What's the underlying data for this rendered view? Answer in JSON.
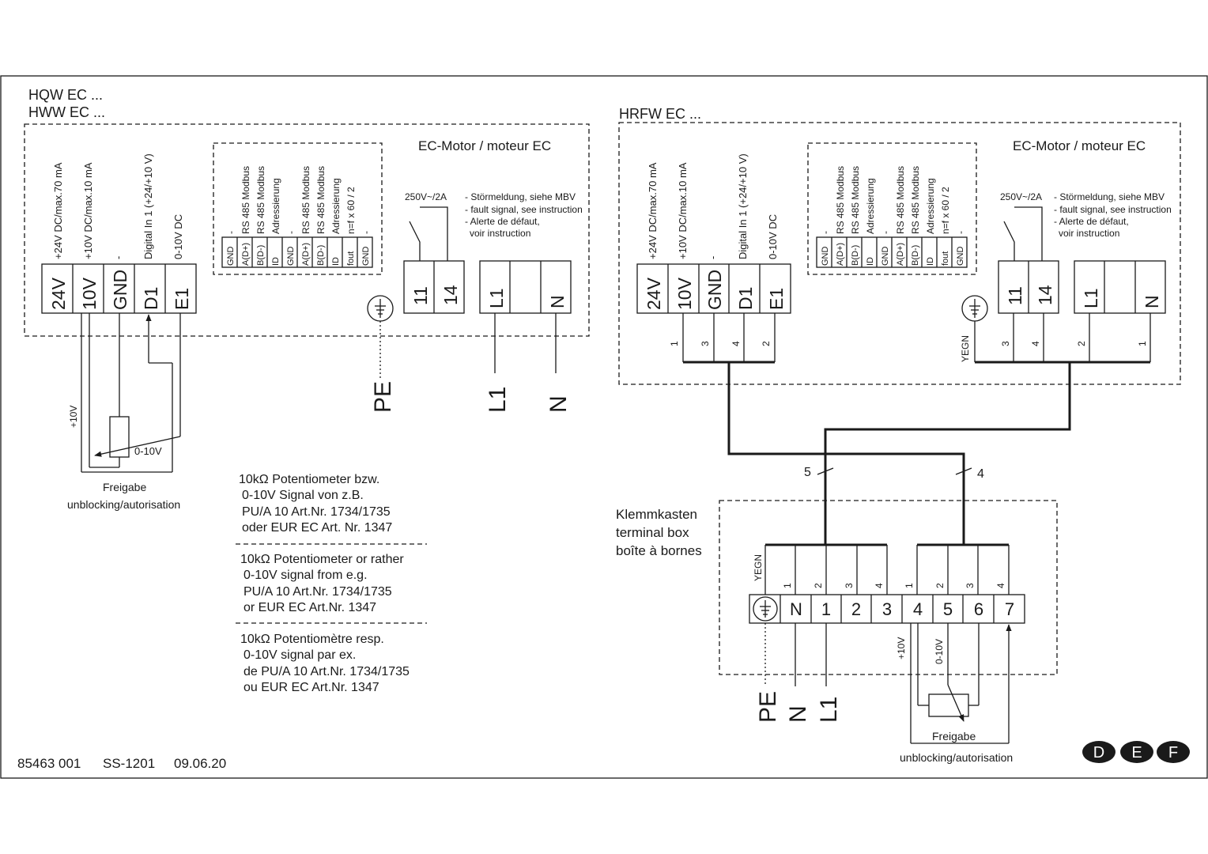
{
  "left": {
    "title_line1": "HQW EC ...",
    "title_line2": "HWW EC ...",
    "motor_title": "EC-Motor / moteur EC",
    "terminal_descriptions": [
      "+24V DC/max.70 mA",
      "+10V DC/max.10 mA",
      "-",
      "Digital In 1 (+24/+10 V)",
      "0-10V DC"
    ],
    "terminals": [
      "24V",
      "10V",
      "GND",
      "D1",
      "E1"
    ],
    "modbus_descriptions": [
      "-",
      "RS 485 Modbus",
      "RS 485 Modbus",
      "Adressierung",
      "-",
      "RS 485 Modbus",
      "RS 485 Modbus",
      "Adressierung",
      "n=f x 60 / 2",
      "-"
    ],
    "modbus_pins": [
      "GND",
      "A(D+)",
      "B(D-)",
      "ID",
      "GND",
      "A(D+)",
      "B(D-)",
      "ID",
      "fout",
      "GND"
    ],
    "relay_rating": "250V~/2A",
    "relay_notes": [
      "- Störmeldung, siehe MBV",
      "- fault signal, see instruction",
      "- Alerte de défaut,",
      "voir instruction"
    ],
    "relay_terminals": [
      "11",
      "14"
    ],
    "power_terminals": [
      "L1",
      "",
      "N"
    ],
    "feed_labels": [
      "PE",
      "L1",
      "N"
    ],
    "plus10v": "+10V",
    "zero10v": "0-10V",
    "freigabe": "Freigabe",
    "unblocking": "unblocking/autorisation"
  },
  "notes": {
    "de": [
      "10kΩ Potentiometer bzw.",
      "0-10V Signal von z.B.",
      "PU/A 10 Art.Nr. 1734/1735",
      "oder EUR EC Art. Nr. 1347"
    ],
    "en": [
      "10kΩ Potentiometer or rather",
      "0-10V signal from e.g.",
      "PU/A 10 Art.Nr. 1734/1735",
      "or EUR EC Art.Nr. 1347"
    ],
    "fr": [
      "10kΩ Potentiomètre resp.",
      "0-10V signal par ex.",
      "de PU/A 10 Art.Nr. 1734/1735",
      "ou EUR EC Art.Nr. 1347"
    ]
  },
  "right": {
    "title": "HRFW EC ...",
    "motor_title": "EC-Motor / moteur EC",
    "terminal_descriptions": [
      "+24V DC/max.70 mA",
      "+10V DC/max.10 mA",
      "-",
      "Digital In 1 (+24/+10 V)",
      "0-10V DC"
    ],
    "terminals": [
      "24V",
      "10V",
      "GND",
      "D1",
      "E1"
    ],
    "modbus_descriptions": [
      "-",
      "RS 485 Modbus",
      "RS 485 Modbus",
      "Adressierung",
      "-",
      "RS 485 Modbus",
      "RS 485 Modbus",
      "Adressierung",
      "n=f x 60 / 2",
      "-"
    ],
    "modbus_pins": [
      "GND",
      "A(D+)",
      "B(D-)",
      "ID",
      "GND",
      "A(D+)",
      "B(D-)",
      "ID",
      "fout",
      "GND"
    ],
    "relay_rating": "250V~/2A",
    "relay_notes": [
      "- Störmeldung, siehe MBV",
      "- fault signal, see instruction",
      "- Alerte de défaut,",
      "voir instruction"
    ],
    "relay_terminals": [
      "11",
      "14"
    ],
    "power_terminals": [
      "L1",
      "",
      "N"
    ],
    "wire_numbers_ctrl": [
      "1",
      "3",
      "4",
      "2"
    ],
    "wire_numbers_pwr": [
      "3",
      "4",
      "2",
      "1"
    ],
    "yegn": "YEGN",
    "cable_labels": [
      "5",
      "4"
    ]
  },
  "klemmkasten": {
    "title": [
      "Klemmkasten",
      "terminal box",
      "boîte à bornes"
    ],
    "yegn": "YEGN",
    "wire_numbers_left": [
      "1",
      "2",
      "3",
      "4"
    ],
    "wire_numbers_right": [
      "1",
      "2",
      "3",
      "4"
    ],
    "terminals": [
      "N",
      "1",
      "2",
      "3",
      "4",
      "5",
      "6",
      "7"
    ],
    "feed_labels": [
      "PE",
      "N",
      "L1"
    ],
    "plus10v": "+10V",
    "zero10v": "0-10V",
    "freigabe": "Freigabe",
    "unblocking": "unblocking/autorisation"
  },
  "footer": {
    "doc_number": "85463 001",
    "spec": "SS-1201",
    "date": "09.06.20",
    "languages": [
      "D",
      "E",
      "F"
    ]
  }
}
